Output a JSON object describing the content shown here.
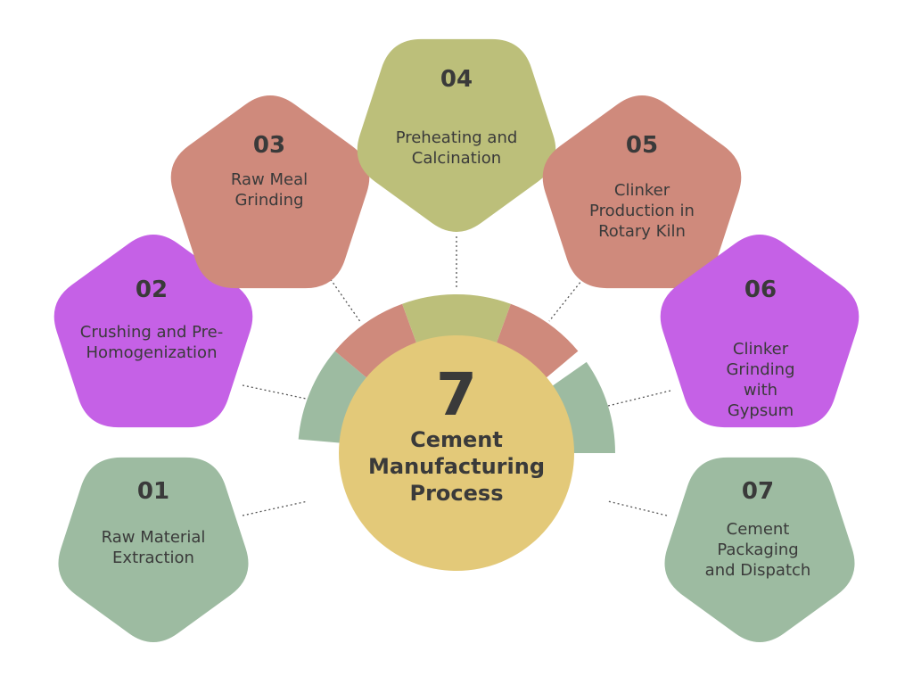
{
  "colors": {
    "green": "#9dbba1",
    "purple": "#c561e6",
    "salmon": "#cf8a7c",
    "olive": "#bcbf7a",
    "center": "#e3c979",
    "text": "#3a3a3a",
    "connector": "#555555"
  },
  "center": {
    "number": "7",
    "title": "Cement Manufacturing Process"
  },
  "steps": [
    {
      "number": "01",
      "label": "Raw Material Extraction",
      "color": "green"
    },
    {
      "number": "02",
      "label": "Crushing and Pre-Homogenization",
      "color": "purple"
    },
    {
      "number": "03",
      "label": "Raw Meal Grinding",
      "color": "salmon"
    },
    {
      "number": "04",
      "label": "Preheating and Calcination",
      "color": "olive"
    },
    {
      "number": "05",
      "label": "Clinker Production in Rotary Kiln",
      "color": "salmon"
    },
    {
      "number": "06",
      "label": "Clinker Grinding with Gypsum",
      "color": "purple"
    },
    {
      "number": "07",
      "label": "Cement Packaging and Dispatch",
      "color": "green"
    }
  ]
}
